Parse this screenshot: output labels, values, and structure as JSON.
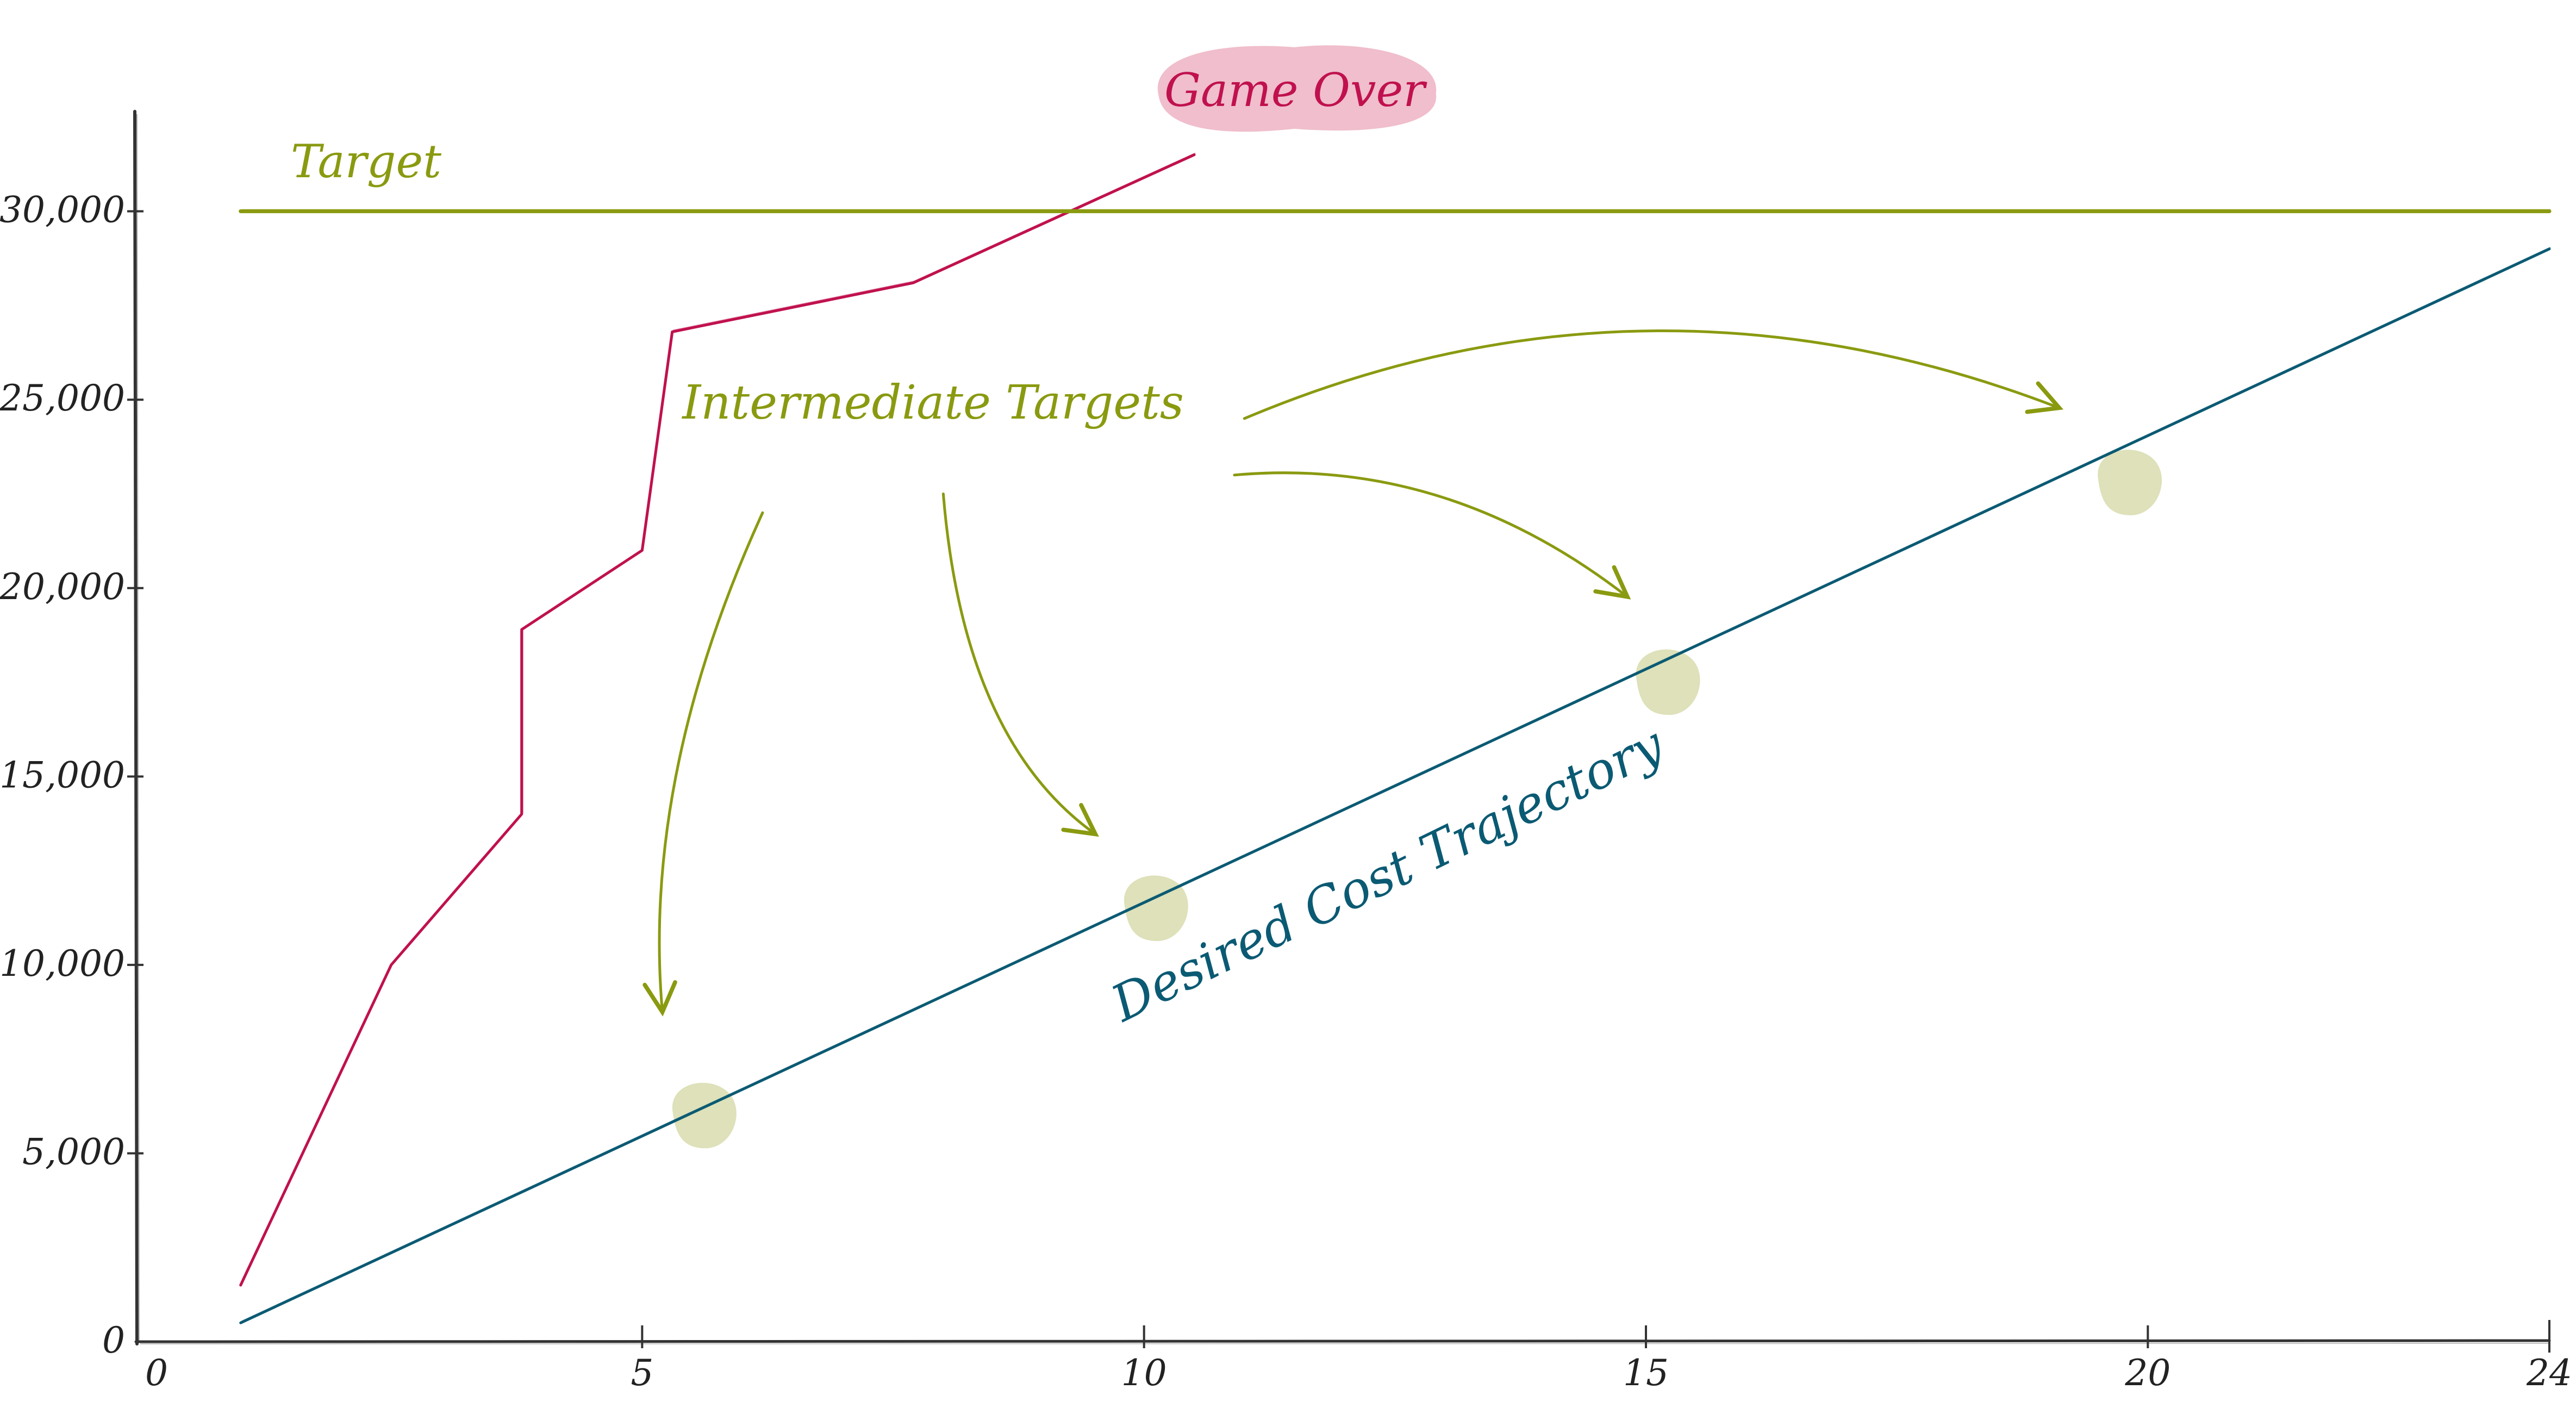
{
  "chart_data": {
    "type": "line",
    "title": "",
    "xlabel": "",
    "ylabel": "",
    "xlim": [
      0,
      24
    ],
    "ylim": [
      0,
      32000
    ],
    "x_ticks": [
      0,
      5,
      10,
      15,
      20,
      24
    ],
    "x_tick_labels": [
      "0",
      "5",
      "10",
      "15",
      "20",
      "24"
    ],
    "y_ticks": [
      0,
      5000,
      10000,
      15000,
      20000,
      25000,
      30000
    ],
    "y_tick_labels": [
      "0",
      "5,000",
      "10,000",
      "15,000",
      "20,000",
      "25,000",
      "30,000"
    ],
    "grid": false,
    "legend": "none",
    "series": [
      {
        "id": "actual",
        "color": "#c0114e",
        "points": [
          [
            1.0,
            1500
          ],
          [
            2.5,
            10000
          ],
          [
            3.8,
            14000
          ],
          [
            3.8,
            18900
          ],
          [
            5.0,
            21000
          ],
          [
            5.3,
            26800
          ],
          [
            7.7,
            28100
          ],
          [
            10.5,
            31500
          ]
        ]
      },
      {
        "id": "desired",
        "name": "Desired Cost Trajectory",
        "color": "#0b5a73",
        "points": [
          [
            1.0,
            500
          ],
          [
            24.0,
            29000
          ]
        ]
      },
      {
        "id": "target",
        "name": "Target",
        "color": "#8a9a10",
        "points": [
          [
            1.0,
            30000
          ],
          [
            24.0,
            30000
          ]
        ]
      }
    ],
    "intermediate_targets": [
      [
        5.6,
        6000
      ],
      [
        10.1,
        11500
      ],
      [
        15.2,
        17500
      ],
      [
        19.8,
        22800
      ]
    ],
    "annotations": {
      "game_over": {
        "text": "Game Over",
        "x": 11.5,
        "y": 33200,
        "color": "#c0114e",
        "highlight": "#eeb7c7"
      },
      "target_label": {
        "text": "Target",
        "x": 1.5,
        "y": 30900,
        "color": "#8a9a10"
      },
      "intermediate_label": {
        "text": "Intermediate Targets",
        "x": 5.4,
        "y": 24500,
        "color": "#8a9a10"
      },
      "desired_label": {
        "text": "Desired Cost Trajectory",
        "x": 12.5,
        "y": 12000,
        "rotate": -26,
        "color": "#0b5a73"
      }
    },
    "arrows": [
      {
        "from": [
          6.2,
          22000
        ],
        "control": [
          5.0,
          15000
        ],
        "to": [
          5.2,
          8800
        ]
      },
      {
        "from": [
          8.0,
          22500
        ],
        "control": [
          8.2,
          16000
        ],
        "to": [
          9.5,
          13500
        ]
      },
      {
        "from": [
          10.9,
          23000
        ],
        "control": [
          13.0,
          23500
        ],
        "to": [
          14.8,
          19800
        ]
      },
      {
        "from": [
          11.0,
          24500
        ],
        "control": [
          15.0,
          29000
        ],
        "to": [
          19.1,
          24800
        ]
      }
    ],
    "blob_color": "#d8dcad",
    "axis_color": "#333333"
  }
}
